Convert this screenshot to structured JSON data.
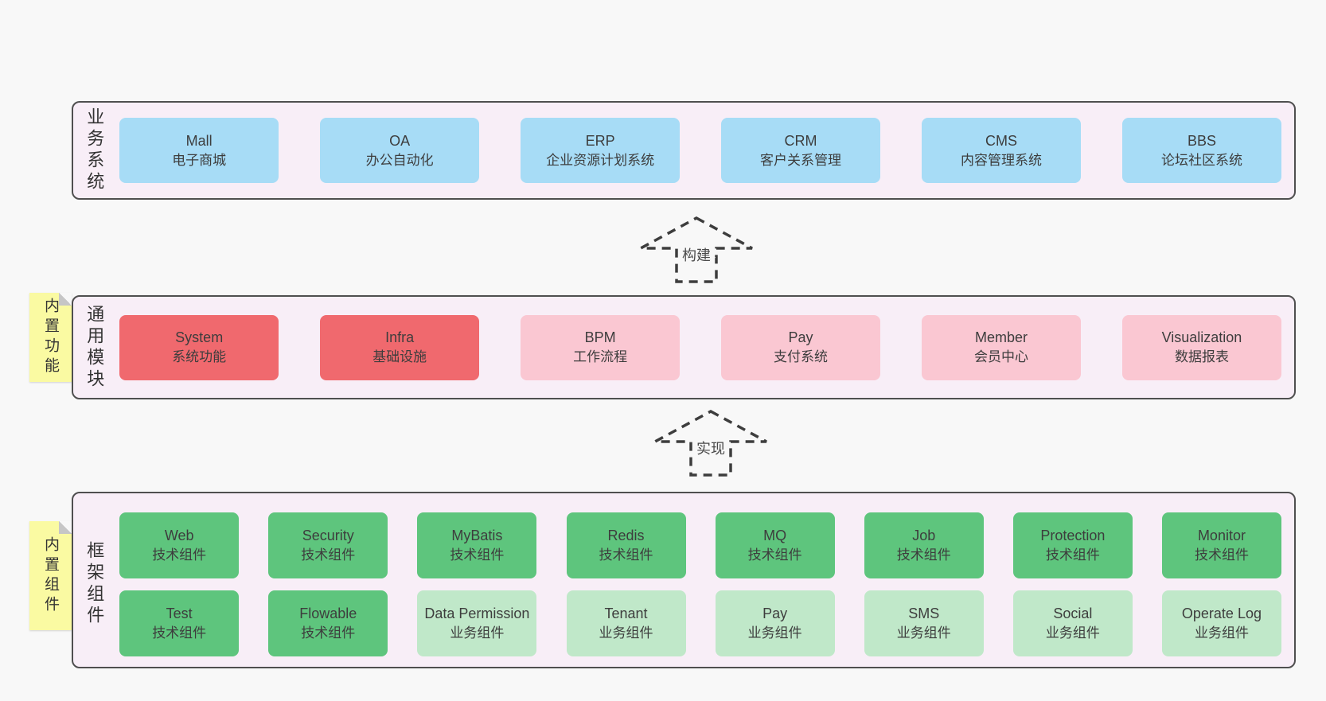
{
  "diagram": {
    "bands": [
      {
        "label": "业务系统",
        "boxes": [
          {
            "name": "Mall",
            "subtitle": "电子商城"
          },
          {
            "name": "OA",
            "subtitle": "办公自动化"
          },
          {
            "name": "ERP",
            "subtitle": "企业资源计划系统"
          },
          {
            "name": "CRM",
            "subtitle": "客户关系管理"
          },
          {
            "name": "CMS",
            "subtitle": "内容管理系统"
          },
          {
            "name": "BBS",
            "subtitle": "论坛社区系统"
          }
        ]
      },
      {
        "label": "通用模块",
        "sticky": "内置功能",
        "boxes": [
          {
            "name": "System",
            "subtitle": "系统功能"
          },
          {
            "name": "Infra",
            "subtitle": "基础设施"
          },
          {
            "name": "BPM",
            "subtitle": "工作流程"
          },
          {
            "name": "Pay",
            "subtitle": "支付系统"
          },
          {
            "name": "Member",
            "subtitle": "会员中心"
          },
          {
            "name": "Visualization",
            "subtitle": "数据报表"
          }
        ]
      },
      {
        "label": "框架组件",
        "sticky": "内置组件",
        "rows": [
          [
            {
              "name": "Web",
              "subtitle": "技术组件"
            },
            {
              "name": "Security",
              "subtitle": "技术组件"
            },
            {
              "name": "MyBatis",
              "subtitle": "技术组件"
            },
            {
              "name": "Redis",
              "subtitle": "技术组件"
            },
            {
              "name": "MQ",
              "subtitle": "技术组件"
            },
            {
              "name": "Job",
              "subtitle": "技术组件"
            },
            {
              "name": "Protection",
              "subtitle": "技术组件"
            },
            {
              "name": "Monitor",
              "subtitle": "技术组件"
            }
          ],
          [
            {
              "name": "Test",
              "subtitle": "技术组件"
            },
            {
              "name": "Flowable",
              "subtitle": "技术组件"
            },
            {
              "name": "Data Permission",
              "subtitle": "业务组件"
            },
            {
              "name": "Tenant",
              "subtitle": "业务组件"
            },
            {
              "name": "Pay",
              "subtitle": "业务组件"
            },
            {
              "name": "SMS",
              "subtitle": "业务组件"
            },
            {
              "name": "Social",
              "subtitle": "业务组件"
            },
            {
              "name": "Operate Log",
              "subtitle": "业务组件"
            }
          ]
        ]
      }
    ],
    "arrows": [
      {
        "label": "构建"
      },
      {
        "label": "实现"
      }
    ]
  },
  "palette": {
    "page_bg": "#f8f8f8",
    "band_bg": "#f8eef7",
    "band_border": "#4f4f4f",
    "business_box": "#a7dcf6",
    "core_module_box": "#f0696e",
    "optional_module_box": "#fac7d2",
    "tech_component_box": "#5ec57d",
    "biz_component_box": "#c0e8c9",
    "sticky_note": "#fafaa2",
    "text": "#3d3d3d"
  }
}
